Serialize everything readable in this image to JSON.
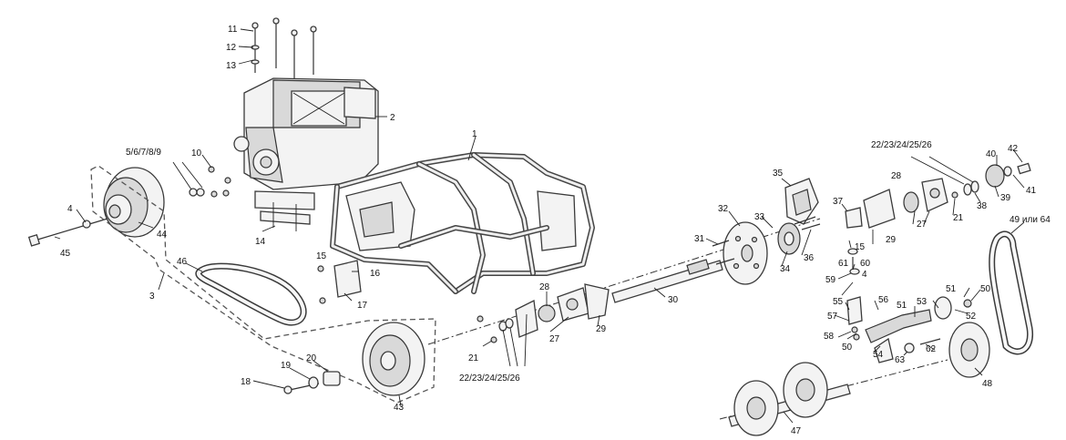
{
  "diagram": {
    "callouts": {
      "c1": "1",
      "c2": "2",
      "c3": "3",
      "c4": "4",
      "c4b": "4",
      "c5to9": "5/6/7/8/9",
      "c10": "10",
      "c11": "11",
      "c12": "12",
      "c13": "13",
      "c14": "14",
      "c15a": "15",
      "c15b": "15",
      "c16": "16",
      "c17": "17",
      "c18": "18",
      "c19": "19",
      "c20": "20",
      "c21a": "21",
      "c21b": "21",
      "c22a": "22/23/24/25/26",
      "c22b": "22/23/24/25/26",
      "c27a": "27",
      "c27b": "27",
      "c28a": "28",
      "c28b": "28",
      "c29a": "29",
      "c29b": "29",
      "c30": "30",
      "c31": "31",
      "c32": "32",
      "c33": "33",
      "c34": "34",
      "c35": "35",
      "c36": "36",
      "c37": "37",
      "c38": "38",
      "c39": "39",
      "c40": "40",
      "c41": "41",
      "c42": "42",
      "c43": "43",
      "c44": "44",
      "c45": "45",
      "c46": "46",
      "c47": "47",
      "c48": "48",
      "c49": "49 или 64",
      "c50a": "50",
      "c50b": "50",
      "c51a": "51",
      "c51b": "51",
      "c52": "52",
      "c53": "53",
      "c54": "54",
      "c55": "55",
      "c56": "56",
      "c57": "57",
      "c58": "58",
      "c59": "59",
      "c60": "60",
      "c61": "61",
      "c62": "62",
      "c63": "63"
    }
  }
}
